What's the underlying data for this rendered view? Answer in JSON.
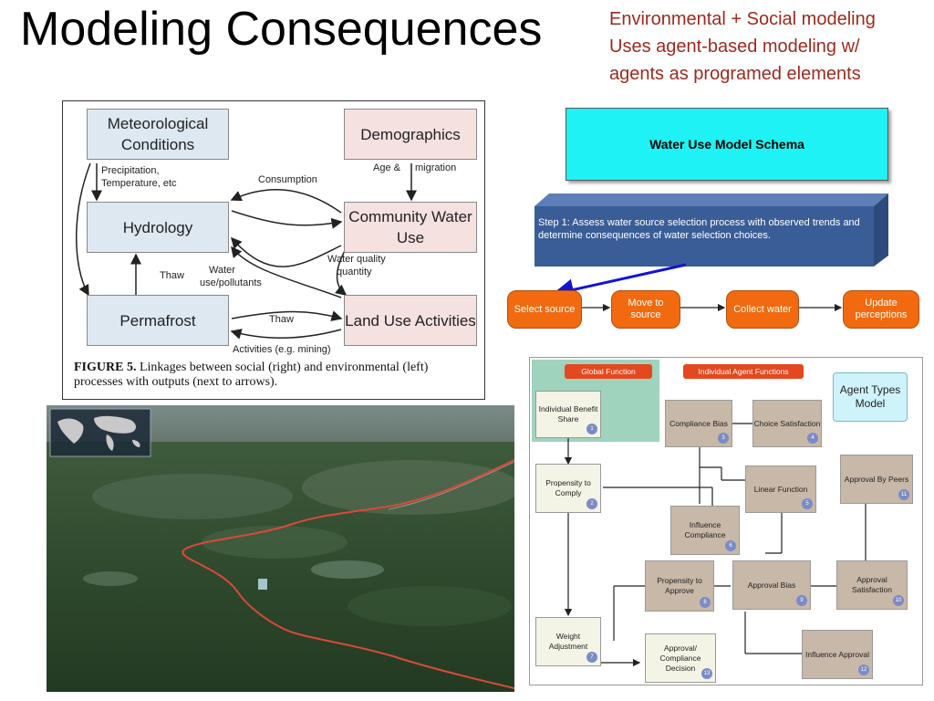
{
  "slide": {
    "title": "Modeling Consequences",
    "notes": [
      "Environmental + Social modeling",
      "Uses agent-based modeling w/",
      "agents as programed elements"
    ]
  },
  "figure5": {
    "boxes": {
      "met": "Meteorological Conditions",
      "demo": "Demographics",
      "hydro": "Hydrology",
      "cwu": "Community Water Use",
      "perma": "Permafrost",
      "landuse": "Land Use Activities"
    },
    "labels": {
      "precip": "Precipitation,",
      "temp": "Temperature, etc",
      "consumption": "Consumption",
      "age": "Age &",
      "migration": "migration",
      "wq1": "Water quality",
      "wq2": "quantity",
      "thaw_left": "Thaw",
      "water": "Water",
      "pollutants": "use/pollutants",
      "thaw_mid": "Thaw",
      "activities": "Activities (e.g. mining)"
    },
    "caption_bold": "FIGURE 5.",
    "caption": "Linkages between social (right) and environmental (left) processes with outputs (next to arrows)."
  },
  "schema": {
    "title": "Water Use Model Schema",
    "step1": "Step 1:  Assess water source selection process with observed trends and determine consequences of water selection choices.",
    "steps": [
      "Select source",
      "Move to source",
      "Collect water",
      "Update perceptions"
    ],
    "colors": {
      "header": "#1ef2f4",
      "banner": "#3a5d97",
      "step": "#f26a10",
      "arrow": "#1313d6"
    }
  },
  "agents": {
    "global_function": "Global Function",
    "individual_functions": "Individual Agent Functions",
    "types_model": "Agent Types Model",
    "nodes": {
      "benefit": "Individual Benefit Share",
      "propensity_comply": "Propensity to Comply",
      "weight": "Weight Adjustment",
      "decision": "Approval/ Compliance Decision",
      "compliance_bias": "Compliance Bias",
      "choice_sat": "Choice Satisfaction",
      "linear": "Linear Function",
      "influence_comp": "Influence Compliance",
      "propensity_approve": "Propensity to Approve",
      "approval_bias": "Approval Bias",
      "approval_sat": "Approval Satisfaction",
      "approval_peers": "Approval By Peers",
      "influence_approval": "Influence Approval"
    },
    "numbers": {
      "benefit": "1",
      "propensity_comply": "2",
      "compliance_bias": "3",
      "choice_sat": "4",
      "linear": "5",
      "influence_comp": "6",
      "weight": "7",
      "propensity_approve": "8",
      "approval_bias": "9",
      "approval_sat": "10",
      "approval_peers": "11",
      "influence_approval": "12",
      "decision": "13"
    }
  }
}
